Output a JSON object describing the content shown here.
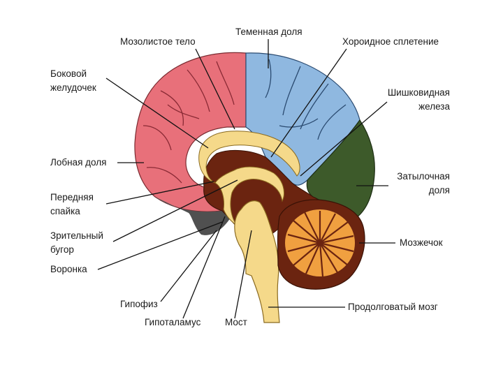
{
  "labels": {
    "corpus_callosum": "Мозолистое тело",
    "parietal_lobe": "Теменная доля",
    "choroid_plexus": "Хороидное сплетение",
    "lateral_ventricle_1": "Боковой",
    "lateral_ventricle_2": "желудочек",
    "pineal_1": "Шишковидная",
    "pineal_2": "железа",
    "frontal_lobe": "Лобная доля",
    "occipital_1": "Затылочная",
    "occipital_2": "доля",
    "anterior_commissure_1": "Передняя",
    "anterior_commissure_2": "спайка",
    "thalamus_1": "Зрительный",
    "thalamus_2": "бугор",
    "cerebellum": "Мозжечок",
    "infundibulum": "Воронка",
    "pituitary": "Гипофиз",
    "medulla": "Продолговатый мозг",
    "hypothalamus": "Гипоталамус",
    "pons": "Мост"
  },
  "colors": {
    "frontal": "#e8707a",
    "parietal": "#8fb8e0",
    "occipital": "#3d5a2a",
    "cerebellum_core": "#f0a040",
    "brown": "#6b2410",
    "stem": "#f5d98a",
    "gray": "#505050"
  }
}
